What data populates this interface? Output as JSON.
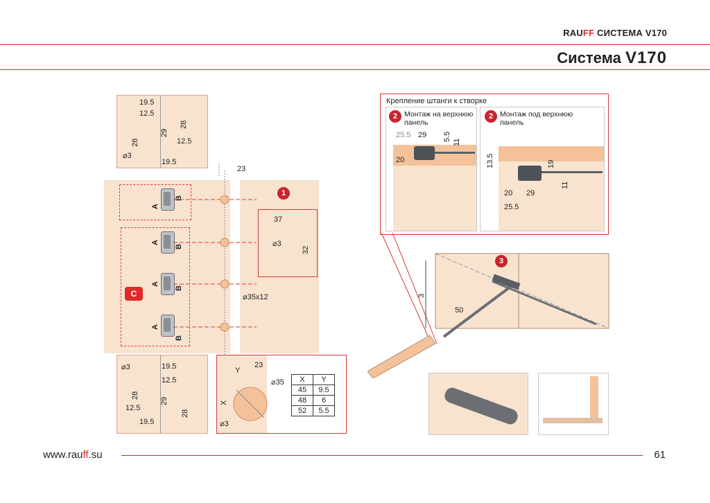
{
  "header": {
    "brand_prefix": "RAU",
    "brand_ff": "FF",
    "brand_suffix": "СИСТЕМА",
    "brand_model": "V170",
    "title": "Система",
    "title_model": "V170"
  },
  "footer": {
    "url_prefix": "www.rau",
    "url_ff": "ff",
    "url_suffix": ".su",
    "page_number": "61"
  },
  "left_diagram": {
    "badge_1": "1",
    "badge_c": "C",
    "label_a": "A",
    "label_b": "B",
    "dim_23": "23",
    "dim_drill": "⌀35x12",
    "top_detail": {
      "d1": "19.5",
      "d2": "12.5",
      "d3": "28",
      "d4": "29",
      "d5": "12.5",
      "d6": "28",
      "d7": "⌀3",
      "d8": "19.5"
    },
    "bottom_detail": {
      "d1": "⌀3",
      "d2": "19.5",
      "d3": "12.5",
      "d4": "28",
      "d5": "29",
      "d6": "28",
      "d7": "12.5",
      "d8": "19.5"
    },
    "hole_detail": {
      "d1": "37",
      "d2": "⌀3",
      "d3": "32"
    },
    "cup_detail": {
      "y": "Y",
      "x": "X",
      "d23": "23",
      "d35": "⌀35",
      "d3": "⌀3"
    },
    "xy_table": {
      "headers": [
        "X",
        "Y"
      ],
      "rows": [
        [
          "45",
          "9.5"
        ],
        [
          "48",
          "6"
        ],
        [
          "52",
          "5.5"
        ]
      ]
    }
  },
  "right_diagram": {
    "box_title": "Крепление штанги к створке",
    "top_mount": {
      "badge": "2",
      "caption": "Монтаж на верхнюю панель",
      "d1": "25.5",
      "d2": "29",
      "d3": "5.5",
      "d4": "11",
      "d5": "20"
    },
    "bottom_mount": {
      "badge": "2",
      "caption": "Монтаж под верхнюю панель",
      "d1": "13.5",
      "d2": "19",
      "d3": "20",
      "d4": "29",
      "d5": "11",
      "d6": "25.5"
    },
    "cabinet": {
      "badge": "3",
      "dim_50": "50",
      "dim_3": "3"
    }
  },
  "colors": {
    "accent": "#c6262e",
    "panel": "#f8e3cf",
    "rule": "#c8312a"
  }
}
